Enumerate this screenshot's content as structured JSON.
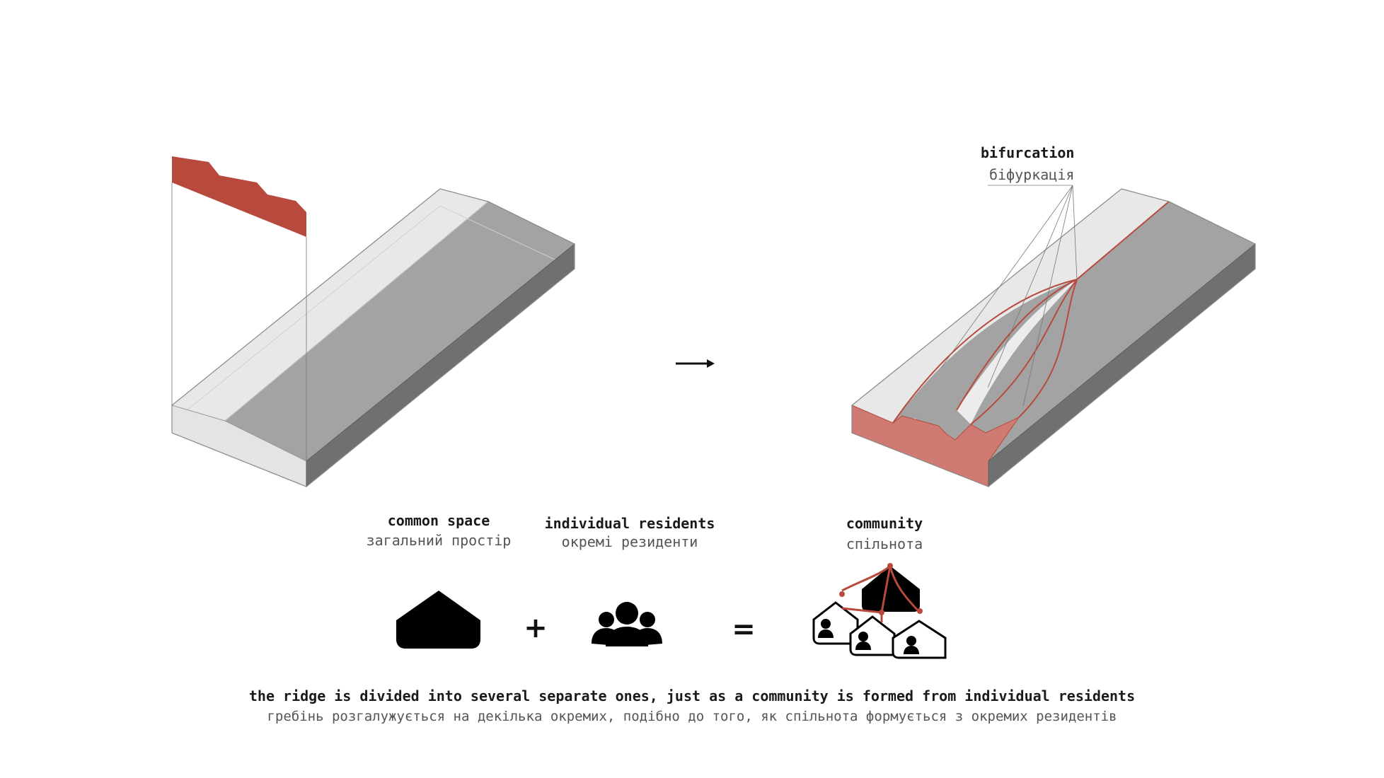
{
  "labels": {
    "bifurcation_en": "bifurcation",
    "bifurcation_uk": "біфуркація",
    "common_space_en": "common space",
    "common_space_uk": "загальний простір",
    "individual_residents_en": "individual residents",
    "individual_residents_uk": "окремі резиденти",
    "community_en": "community",
    "community_uk": "спільнота"
  },
  "operators": {
    "plus": "+",
    "equals": "="
  },
  "caption": {
    "en": "the ridge is divided into several separate ones, just as a community is formed from individual residents",
    "uk": "гребінь розгалужується на декілька окремих, подібно до того, як спільнота формується з окремих резидентів"
  },
  "icons": {
    "arrow": "right-arrow-icon",
    "house": "house-icon",
    "people": "group-of-people-icon",
    "community": "community-houses-icon"
  },
  "colors": {
    "accent_red": "#b84a3d",
    "accent_pink": "#cf7a72",
    "slab_light": "#e6e6e6",
    "slab_mid": "#a2a2a2",
    "slab_dark": "#6f6f6f"
  }
}
